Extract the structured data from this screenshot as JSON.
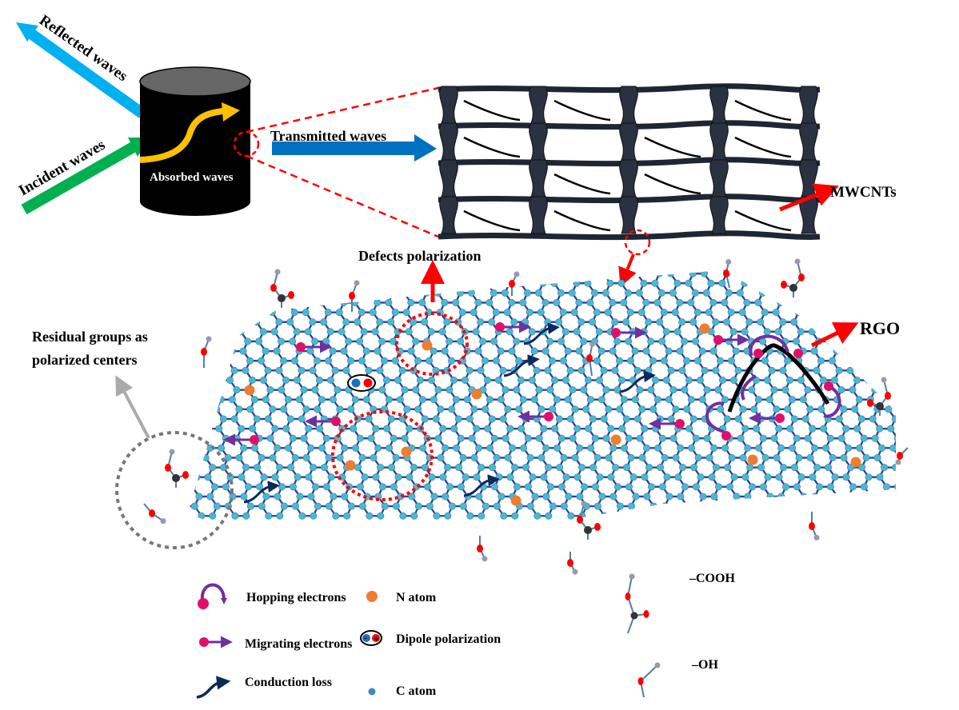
{
  "labels": {
    "reflected": "Reflected waves",
    "incident": "Incident waves",
    "absorbed": "Absorbed waves",
    "transmitted": "Transmitted waves",
    "mwcnts": "MWCNTs",
    "defects": "Defects polarization",
    "rgo": "RGO",
    "residual_line1": "Residual groups as",
    "residual_line2": "polarized centers"
  },
  "legend": {
    "hopping": "Hopping electrons",
    "migrating": "Migrating electrons",
    "conduction": "Conduction loss",
    "n_atom": "N atom",
    "dipole": "Dipole polarization",
    "c_atom": "C atom",
    "cooh": "–COOH",
    "oh": "–OH",
    "dipole_minus": "-",
    "dipole_plus": "+"
  },
  "colors": {
    "reflected": "#00b0f0",
    "incident": "#00b050",
    "absorbed": "#ffc000",
    "transmitted": "#0070c0",
    "red": "#ff0000",
    "carbon": "#4bb8d0",
    "bond": "#3a3aa8",
    "nitrogen": "#ed7d31",
    "electron": "#e0106a",
    "migrate": "#7030a0",
    "conduction": "#0a2a5c"
  }
}
